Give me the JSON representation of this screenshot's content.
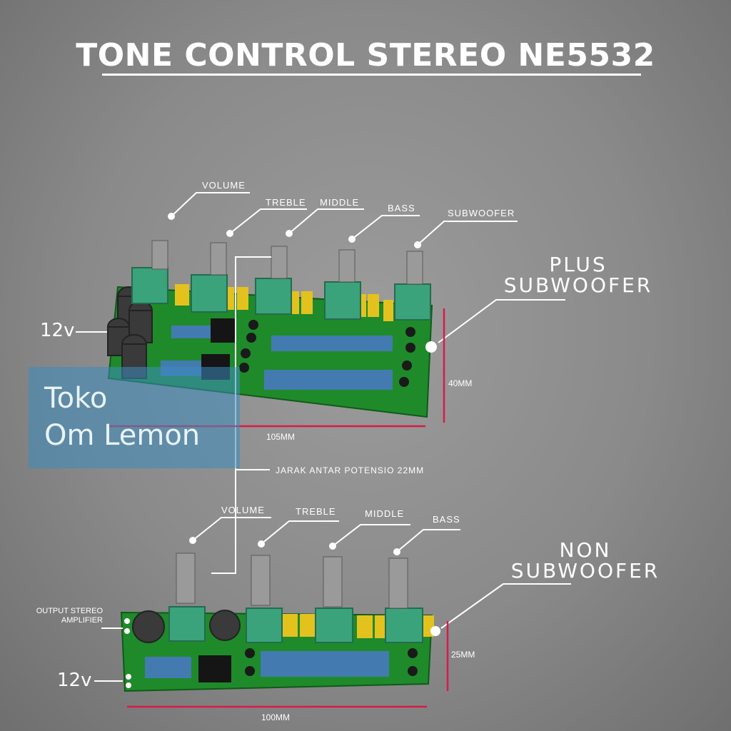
{
  "title": "TONE CONTROL STEREO NE5532",
  "board_top": {
    "knob_labels": [
      "VOLUME",
      "TREBLE",
      "MIDDLE",
      "BASS",
      "SUBWOOFER"
    ],
    "variant_line1": "PLUS",
    "variant_line2": "SUBWOOFER",
    "voltage": "12v",
    "width": "105MM",
    "height": "40MM"
  },
  "pot_spacing": "JARAK ANTAR POTENSIO 22MM",
  "board_bottom": {
    "knob_labels": [
      "VOLUME",
      "TREBLE",
      "MIDDLE",
      "BASS"
    ],
    "variant_line1": "NON",
    "variant_line2": "SUBWOOFER",
    "output_line1": "OUTPUT STEREO",
    "output_line2": "AMPLIFIER",
    "voltage": "12v",
    "width": "100MM",
    "height": "25MM"
  },
  "watermark": {
    "line1": "Toko",
    "line2": "Om Lemon"
  },
  "colors": {
    "pcb": "#1f8a2a",
    "pot_body": "#3aa37b",
    "capacitor": "#e3c21e",
    "dimension_line": "#d81b4a",
    "watermark": "#3c8cbe"
  }
}
